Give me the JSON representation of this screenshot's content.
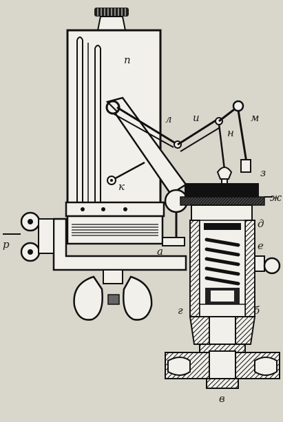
{
  "figure": {
    "labels": {
      "p": "п",
      "l": "л",
      "i": "и",
      "m": "м",
      "n": "н",
      "k": "к",
      "z": "з",
      "zh": "ж",
      "d": "д",
      "e": "е",
      "a": "а",
      "r": "р",
      "g": "г",
      "b": "б",
      "v": "в"
    }
  }
}
